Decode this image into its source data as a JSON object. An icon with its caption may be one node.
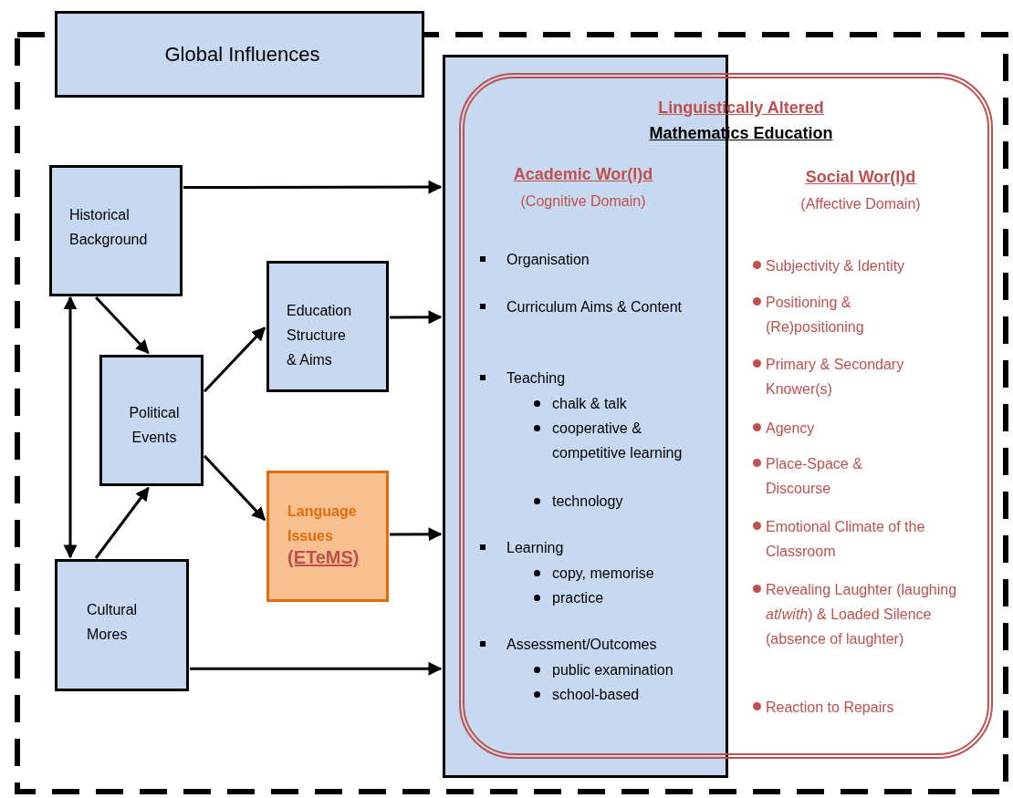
{
  "diagram": {
    "nodes": [
      {
        "text": [
          "Global Influences"
        ]
      },
      {
        "text": [
          "Historical Background"
        ]
      },
      {
        "text": [
          "Education Structure & Aims"
        ]
      },
      {
        "text": [
          "Political Events"
        ]
      },
      {
        "text": [
          "Language Issues",
          "(ETeMS)"
        ]
      },
      {
        "text": [
          "Cultural Mores"
        ]
      },
      {
        "text": [
          "Academic Wor(l)d",
          "(Cognitive Domain)",
          "Organisation",
          "Curriculum Aims & Content",
          "Teaching",
          "chalk & talk",
          "cooperative & competitive learning",
          "technology",
          "Learning",
          "copy, memorise",
          "practice",
          "Assessment/Outcomes",
          "public examination",
          "school-based"
        ]
      },
      {
        "text": [
          "Linguistically Altered",
          "Mathematics Education",
          "Social Wor(l)d",
          "(Affective Domain)",
          "Subjectivity & Identity",
          "Positioning & (Re)positioning",
          "Primary & Secondary Knower(s)",
          "Agency",
          "Place-Space & Discourse",
          "Emotional Climate of the Classroom",
          "Revealing Laughter (laughing *at*/*with*) & Loaded Silence (absence of laughter)",
          "Reaction to Repairs"
        ]
      }
    ],
    "edges": [
      {
        "from": 1,
        "to": 6,
        "arrow": "to"
      },
      {
        "from": 1,
        "to": 3,
        "arrow": "to"
      },
      {
        "from": 1,
        "to": 5,
        "arrow": "both"
      },
      {
        "from": 3,
        "to": 2,
        "arrow": "to"
      },
      {
        "from": 3,
        "to": 4,
        "arrow": "to"
      },
      {
        "from": 5,
        "to": 3,
        "arrow": "to"
      },
      {
        "from": 2,
        "to": 6,
        "arrow": "to"
      },
      {
        "from": 4,
        "to": 6,
        "arrow": "to"
      },
      {
        "from": 5,
        "to": 6,
        "arrow": "to"
      }
    ]
  }
}
